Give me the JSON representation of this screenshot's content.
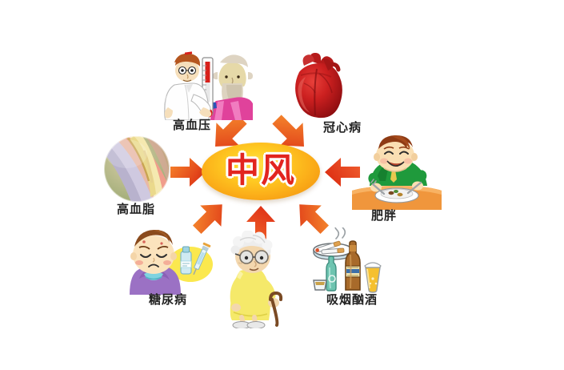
{
  "diagram": {
    "title_center": "中风",
    "center_color": "#f5a21a",
    "center_text_color": "#e2251f",
    "arrow_color_start": "#f7882c",
    "arrow_color_end": "#e03518",
    "background": "#ffffff",
    "label_color": "#232323"
  },
  "center": {
    "label": "中风"
  },
  "nodes": [
    {
      "id": "hypertension",
      "label": "高血压",
      "icon": "doctor-measuring-blood-pressure-icon",
      "position": "top-left"
    },
    {
      "id": "coronary-heart-disease",
      "label": "冠心病",
      "icon": "anatomical-heart-icon",
      "position": "top-right"
    },
    {
      "id": "hyperlipidemia",
      "label": "高血脂",
      "icon": "clogged-artery-cross-section-icon",
      "position": "left"
    },
    {
      "id": "obesity",
      "label": "肥胖",
      "icon": "overweight-man-eating-icon",
      "position": "right"
    },
    {
      "id": "diabetes",
      "label": "糖尿病",
      "icon": "sick-child-with-insulin-icon",
      "position": "bottom-left"
    },
    {
      "id": "old-age",
      "label": "",
      "icon": "elderly-woman-with-cane-icon",
      "position": "bottom-center"
    },
    {
      "id": "smoking-drinking",
      "label": "吸烟酗酒",
      "icon": "cigarettes-and-alcohol-icon",
      "position": "bottom-right"
    }
  ],
  "arrows": [
    {
      "id": "arrow-from-hypertension",
      "direction": "down-right"
    },
    {
      "id": "arrow-from-coronary-heart-disease",
      "direction": "down-left"
    },
    {
      "id": "arrow-from-hyperlipidemia",
      "direction": "right"
    },
    {
      "id": "arrow-from-obesity",
      "direction": "left"
    },
    {
      "id": "arrow-from-diabetes",
      "direction": "up-right"
    },
    {
      "id": "arrow-from-old-age",
      "direction": "up"
    },
    {
      "id": "arrow-from-smoking-drinking",
      "direction": "up-left"
    }
  ]
}
